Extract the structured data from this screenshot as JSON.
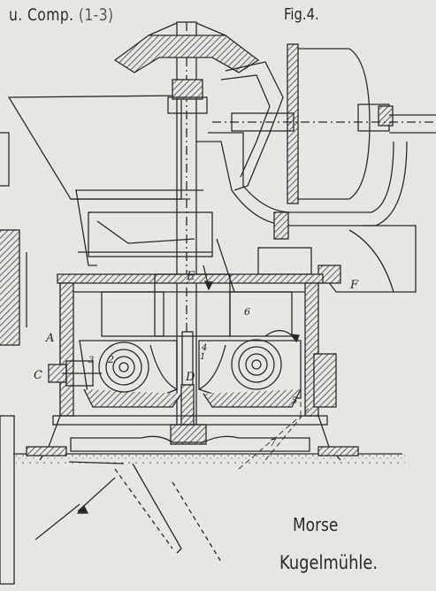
{
  "header": {
    "prefix": "u. Comp.",
    "range": "(1-3)",
    "figure": "Fig.4."
  },
  "caption": {
    "line1": "Morse",
    "line2": "Kugelmühle."
  },
  "labels": {
    "A": "A",
    "C": "C",
    "D": "D",
    "E": "E",
    "F": "F",
    "n1": "1",
    "n2": "2",
    "n3": "3",
    "n4": "4",
    "n5": "5",
    "n6": "6",
    "n7": "7"
  },
  "colors": {
    "paper": "#e6e6e2",
    "ink": "#2a2a28",
    "hatch": "#555555"
  }
}
